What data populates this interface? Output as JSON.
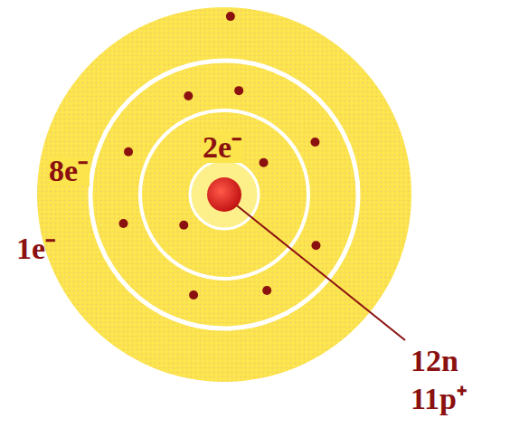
{
  "diagram": {
    "labels": [
      "2e⁻",
      "8e⁻",
      "1e⁻",
      "12n",
      "11p⁺"
    ]
  }
}
